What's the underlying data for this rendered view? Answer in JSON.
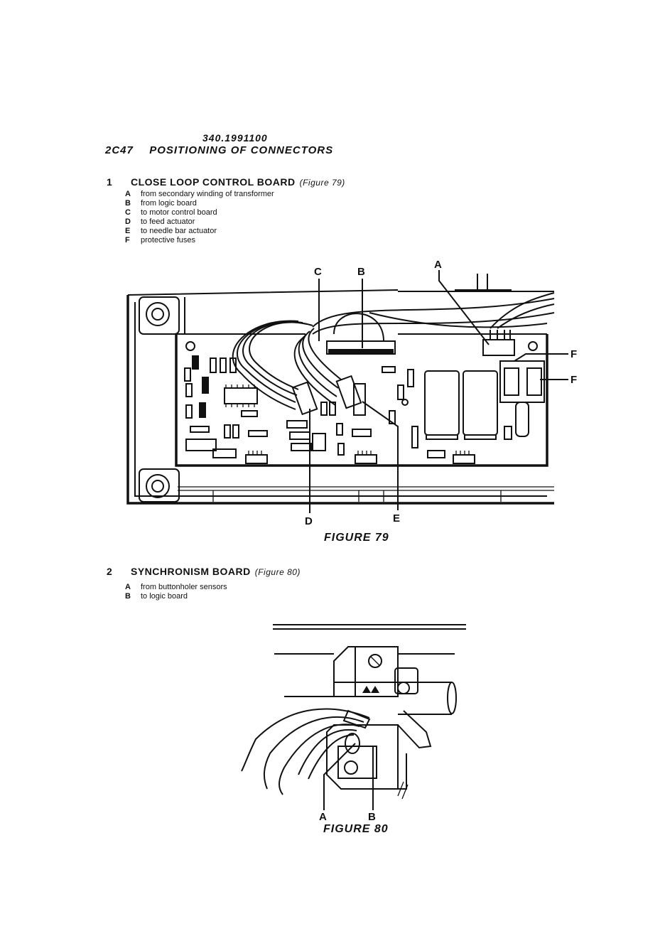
{
  "header": {
    "doc_code": "340.1991100",
    "section_code": "2C47",
    "section_title": "POSITIONING OF CONNECTORS"
  },
  "sections": [
    {
      "number": "1",
      "title": "CLOSE LOOP CONTROL BOARD",
      "figure_ref": "(Figure 79)",
      "legend": [
        {
          "key": "A",
          "text": "from secondary winding of transformer"
        },
        {
          "key": "B",
          "text": "from logic board"
        },
        {
          "key": "C",
          "text": "to motor control board"
        },
        {
          "key": "D",
          "text": "to feed actuator"
        },
        {
          "key": "E",
          "text": "to needle bar actuator"
        },
        {
          "key": "F",
          "text": "protective fuses"
        }
      ],
      "caption": "FIGURE 79",
      "callouts": {
        "a": "A",
        "b": "B",
        "c": "C",
        "d": "D",
        "e": "E",
        "f1": "F",
        "f2": "F"
      }
    },
    {
      "number": "2",
      "title": "SYNCHRONISM BOARD",
      "figure_ref": "(Figure 80)",
      "legend": [
        {
          "key": "A",
          "text": "from buttonholer sensors"
        },
        {
          "key": "B",
          "text": "to logic board"
        }
      ],
      "caption": "FIGURE 80",
      "callouts": {
        "a": "A",
        "b": "B"
      }
    }
  ]
}
